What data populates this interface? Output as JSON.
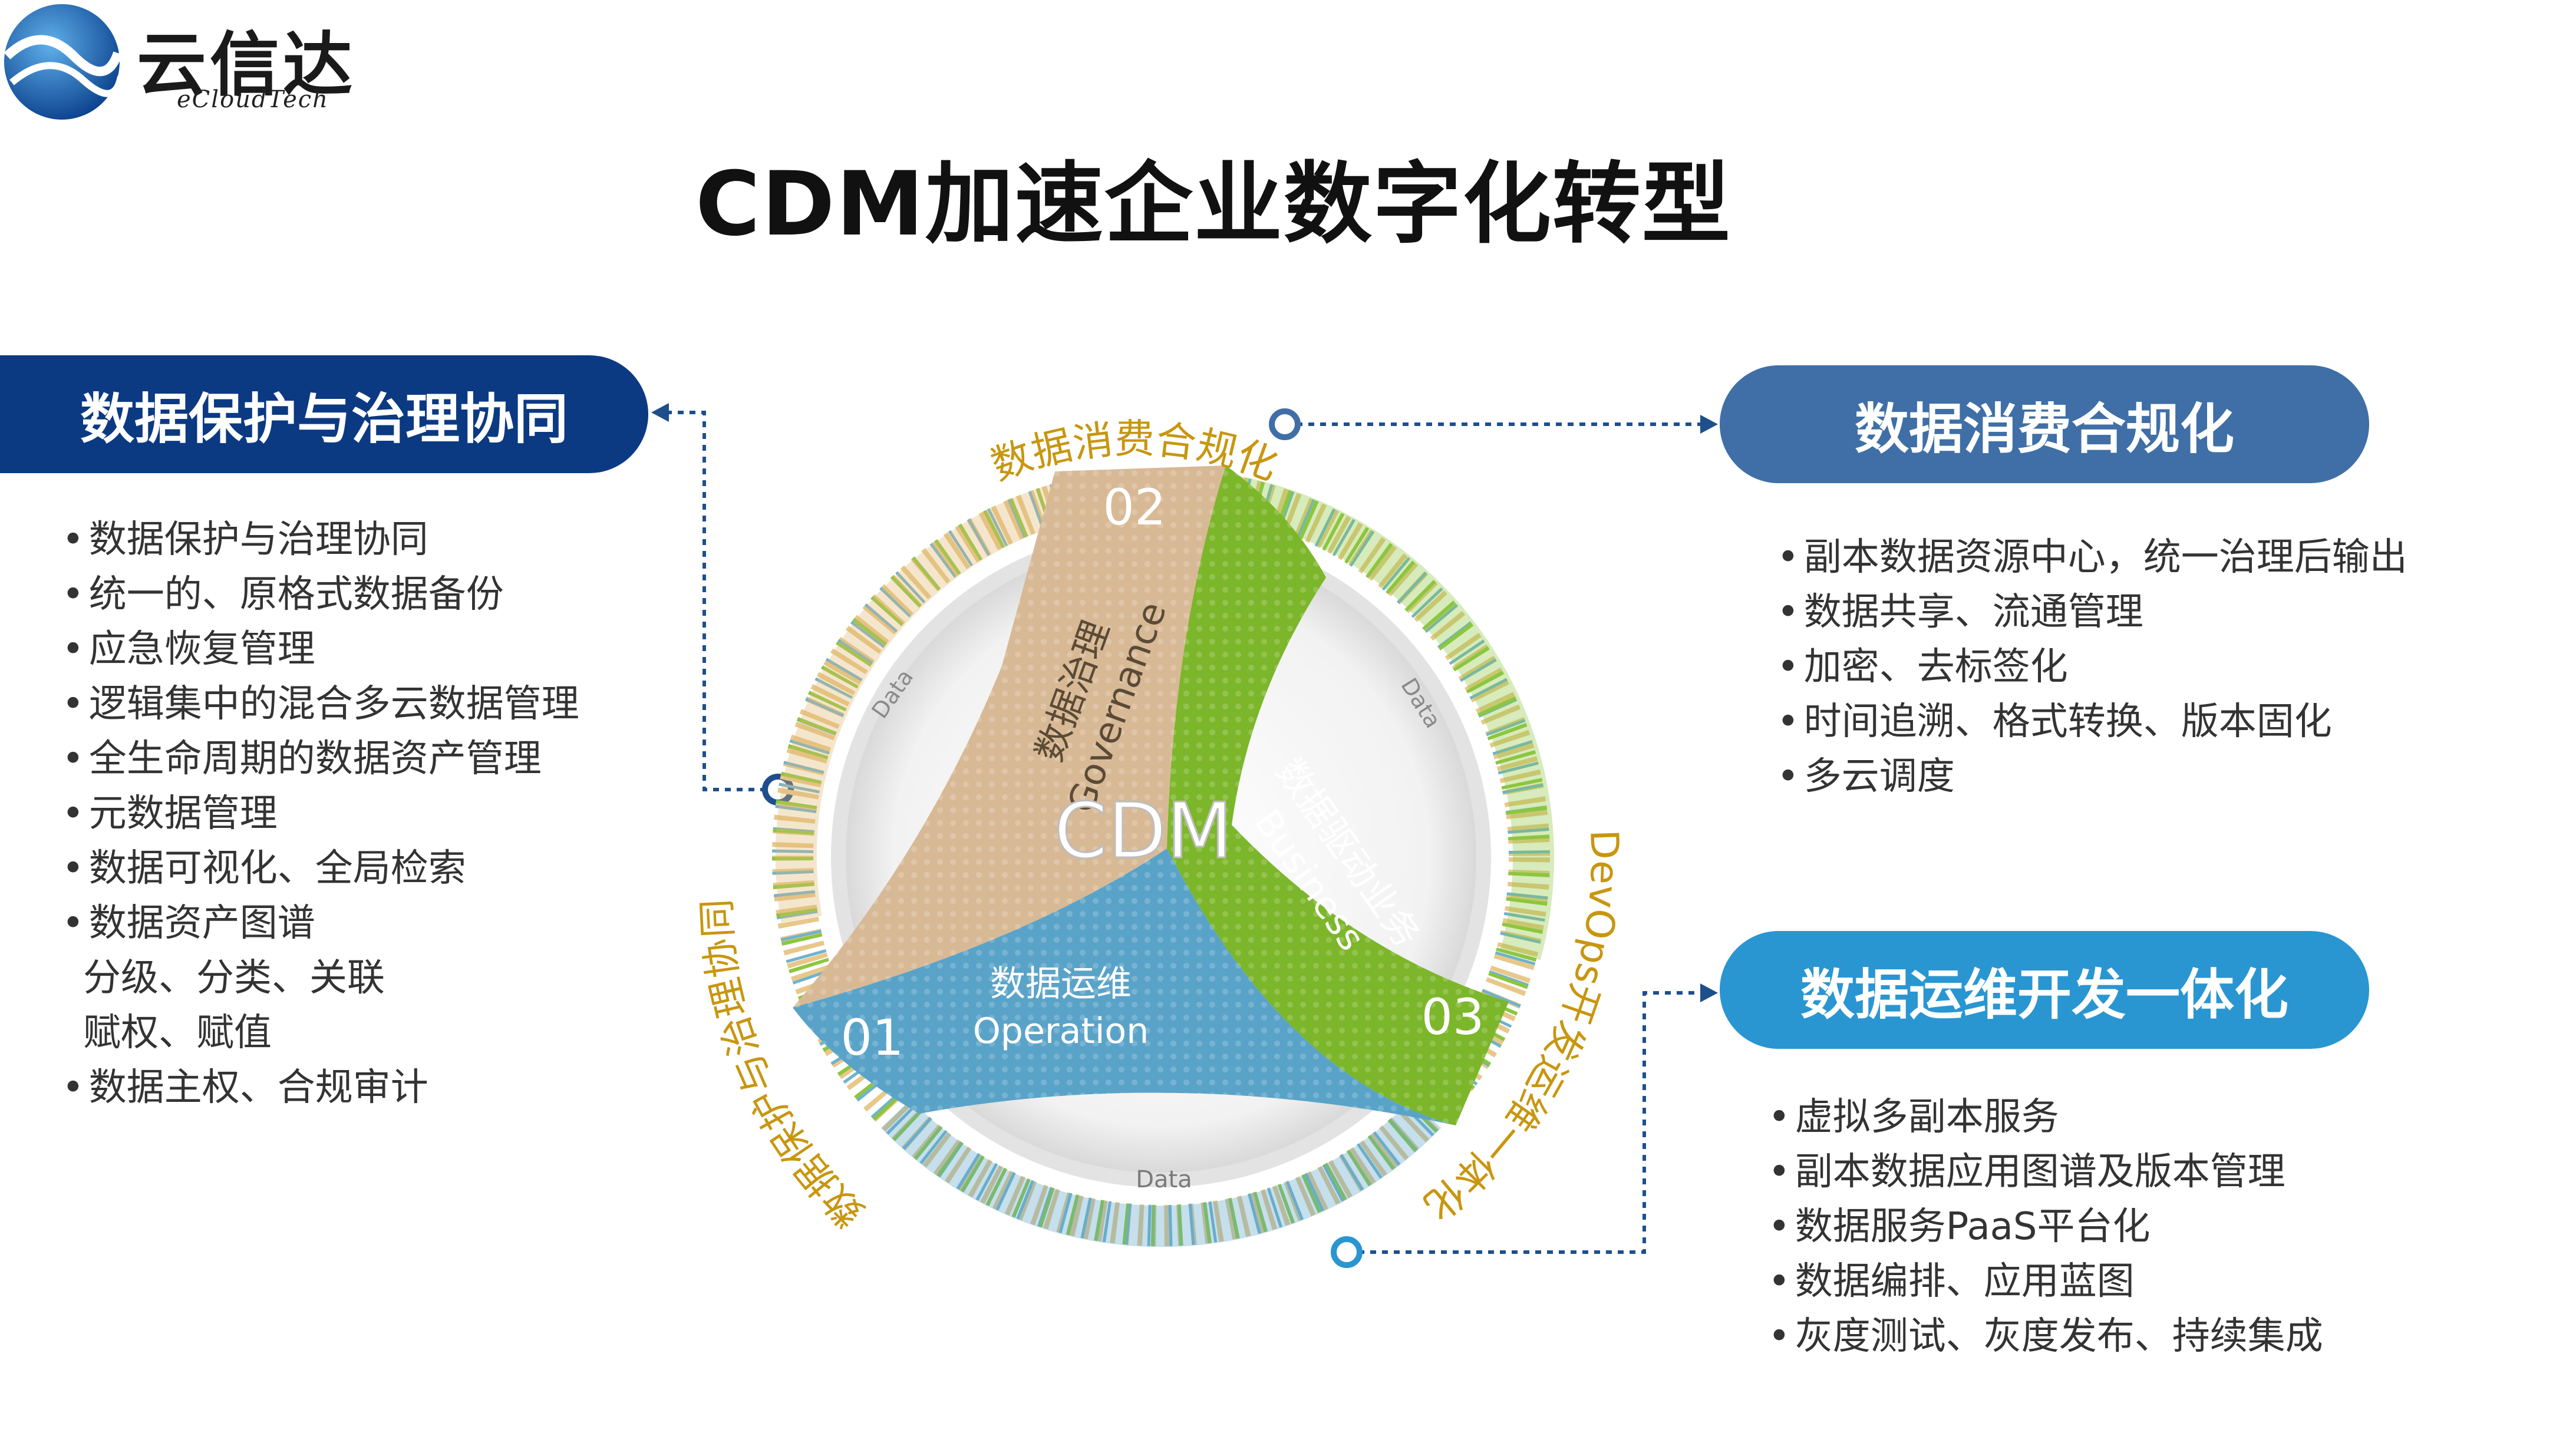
{
  "logo": {
    "brand_cn": "云信达",
    "brand_en": "eCloudTech"
  },
  "page_title": "CDM加速企业数字化转型",
  "left_panel": {
    "title": "数据保护与治理协同",
    "items": [
      {
        "text": "数据保护与治理协同",
        "bullet": true
      },
      {
        "text": "统一的、原格式数据备份",
        "bullet": true
      },
      {
        "text": "应急恢复管理",
        "bullet": true
      },
      {
        "text": "逻辑集中的混合多云数据管理",
        "bullet": true
      },
      {
        "text": "全生命周期的数据资产管理",
        "bullet": true
      },
      {
        "text": "元数据管理",
        "bullet": true
      },
      {
        "text": "数据可视化、全局检索",
        "bullet": true
      },
      {
        "text": "数据资产图谱",
        "bullet": true
      },
      {
        "text": "分级、分类、关联",
        "bullet": false
      },
      {
        "text": "赋权、赋值",
        "bullet": false
      },
      {
        "text": "数据主权、合规审计",
        "bullet": true
      }
    ]
  },
  "right_top_panel": {
    "title": "数据消费合规化",
    "items": [
      {
        "text": "副本数据资源中心，统一治理后输出",
        "bullet": true
      },
      {
        "text": "数据共享、流通管理",
        "bullet": true
      },
      {
        "text": "加密、去标签化",
        "bullet": true
      },
      {
        "text": "时间追溯、格式转换、版本固化",
        "bullet": true
      },
      {
        "text": "多云调度",
        "bullet": true
      }
    ]
  },
  "right_bottom_panel": {
    "title": "数据运维开发一体化",
    "items": [
      {
        "text": "虚拟多副本服务",
        "bullet": true
      },
      {
        "text": "副本数据应用图谱及版本管理",
        "bullet": true
      },
      {
        "text": "数据服务PaaS平台化",
        "bullet": true
      },
      {
        "text": "数据编排、应用蓝图",
        "bullet": true
      },
      {
        "text": "灰度测试、灰度发布、持续集成",
        "bullet": true
      }
    ]
  },
  "diagram": {
    "center_label": "CDM",
    "ring_label_top": "数据消费合规化",
    "ring_label_right": "DevOps开发运维一体化",
    "ring_label_left": "数据保护与治理协同",
    "data_label": "Data",
    "segments": [
      {
        "number": "01",
        "title_cn": "数据运维",
        "title_en": "Operation",
        "color": "#5aa3c8"
      },
      {
        "number": "02",
        "title_cn": "数据治理",
        "title_en": "Governance",
        "color": "#d8b995"
      },
      {
        "number": "03",
        "title_cn": "数据驱动业务",
        "title_en": "Business",
        "color": "#79b127"
      }
    ]
  },
  "colors": {
    "navy": "#0b3a82",
    "steel_blue": "#3f6fa6",
    "sky_blue": "#2996d2",
    "gold_text": "#c8960f",
    "connector": "#1e4f8c"
  }
}
